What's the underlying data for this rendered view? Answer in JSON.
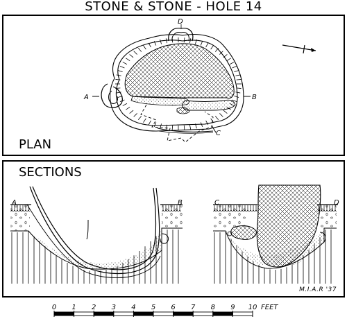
{
  "title": "STONE & STONE - HOLE 14",
  "plan": {
    "label": "PLAN",
    "points": {
      "a": "A",
      "b": "B",
      "c": "C",
      "d": "D"
    }
  },
  "sections": {
    "label": "SECTIONS",
    "points": {
      "a": "A",
      "b": "B",
      "c": "C",
      "d": "D"
    },
    "credit": "M.I.A.R '37"
  },
  "scale": {
    "ticks": [
      "0",
      "1",
      "2",
      "3",
      "4",
      "5",
      "6",
      "7",
      "8",
      "9",
      "10"
    ],
    "unit": "FEET"
  }
}
